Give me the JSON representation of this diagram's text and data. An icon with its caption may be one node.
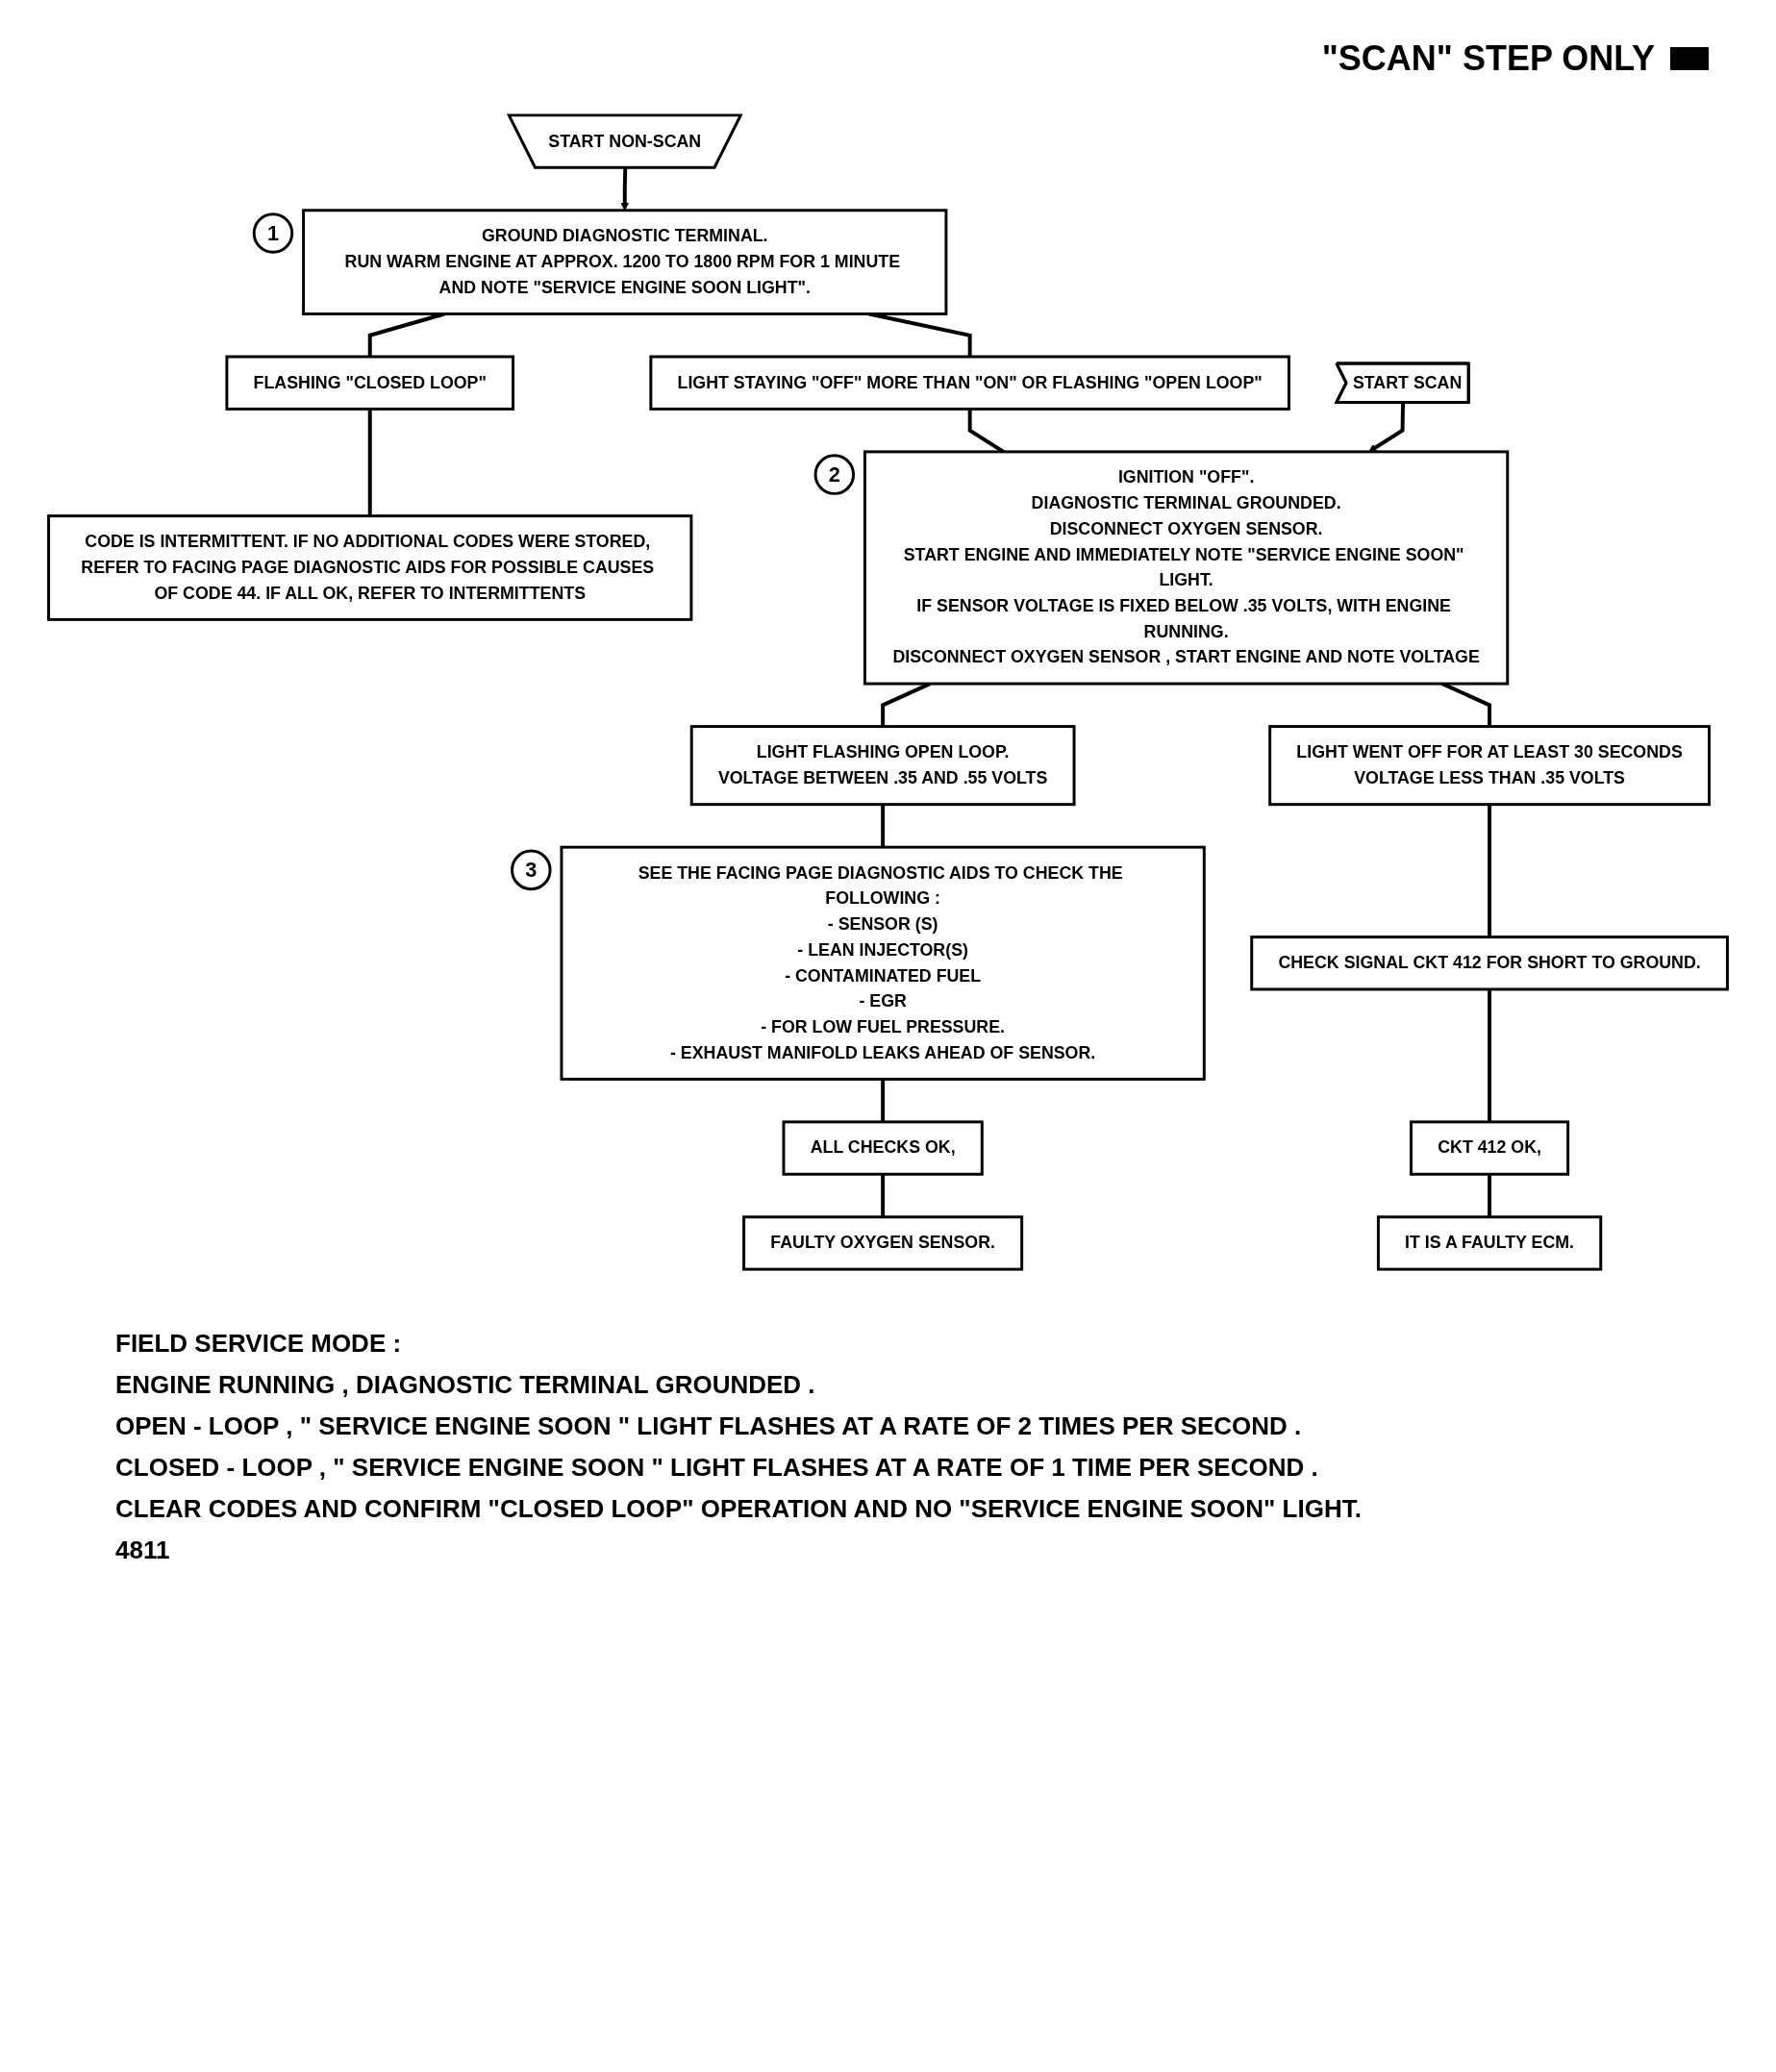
{
  "diagram": {
    "nodes": [
      {
        "text": [
          "START NON-SCAN"
        ]
      },
      {
        "text": [
          "GROUND DIAGNOSTIC TERMINAL.",
          "RUN WARM ENGINE AT APPROX. 1200 TO 1800 RPM FOR 1 MINUTE AND NOTE \"SERVICE ENGINE SOON LIGHT\"."
        ],
        "beside": [
          "1"
        ]
      },
      {
        "text": [
          "LIGHT STAYING \"OFF\" MORE THAN \"ON\" OR FLASHING \"OPEN LOOP\""
        ]
      },
      {
        "text": [
          "FLASHING \"CLOSED LOOP\""
        ]
      },
      {
        "text": [
          "CODE IS INTERMITTENT. IF NO ADDITIONAL CODES WERE STORED, REFER TO FACING PAGE DIAGNOSTIC AIDS FOR POSSIBLE CAUSES OF CODE 44. IF ALL OK, REFER TO INTERMITTENTS"
        ]
      },
      {
        "text": [
          "START SCAN"
        ]
      },
      {
        "text": [
          "IGNITION \"OFF\".",
          "DIAGNOSTIC TERMINAL GROUNDED.",
          "DISCONNECT OXYGEN SENSOR.",
          "START ENGINE AND IMMEDIATELY NOTE \"SERVICE ENGINE SOON\" LIGHT.",
          "IF SENSOR VOLTAGE IS FIXED BELOW .35 VOLTS, WITH ENGINE RUNNING.",
          "DISCONNECT OXYGEN SENSOR , START ENGINE AND NOTE VOLTAGE"
        ],
        "beside": [
          "2"
        ]
      },
      {
        "text": [
          "LIGHT FLASHING OPEN LOOP.",
          "VOLTAGE BETWEEN .35 AND .55 VOLTS"
        ]
      },
      {
        "text": [
          "LIGHT WENT OFF FOR AT LEAST 30 SECONDS",
          "VOLTAGE LESS THAN .35 VOLTS"
        ]
      },
      {
        "text": [
          "SEE THE FACING PAGE DIAGNOSTIC AIDS TO CHECK THE FOLLOWING :",
          "- SENSOR (S)",
          "- LEAN INJECTOR(S)",
          "- CONTAMINATED FUEL",
          "- EGR",
          "- FOR LOW FUEL PRESSURE.",
          "- EXHAUST MANIFOLD LEAKS AHEAD OF SENSOR."
        ],
        "beside": [
          "3"
        ]
      },
      {
        "text": [
          "CHECK SIGNAL CKT 412 FOR SHORT TO GROUND."
        ]
      },
      {
        "text": [
          "CKT 412 OK,"
        ]
      },
      {
        "text": [
          "IT IS A FAULTY ECM."
        ]
      },
      {
        "text": [
          "ALL CHECKS OK,"
        ]
      },
      {
        "text": [
          "FAULTY OXYGEN SENSOR."
        ]
      }
    ],
    "edges": [
      {
        "from": 0,
        "to": 1,
        "arrow": "to"
      },
      {
        "from": 1,
        "to": 2,
        "arrow": "none"
      },
      {
        "from": 1,
        "to": 3,
        "arrow": "none"
      },
      {
        "from": 3,
        "to": 4,
        "arrow": "none"
      },
      {
        "from": 2,
        "to": 6,
        "arrow": "none"
      },
      {
        "from": 5,
        "to": 6,
        "arrow": "to"
      },
      {
        "from": 6,
        "to": 7,
        "arrow": "none"
      },
      {
        "from": 6,
        "to": 8,
        "arrow": "none"
      },
      {
        "from": 7,
        "to": 9,
        "arrow": "none"
      },
      {
        "from": 8,
        "to": 10,
        "arrow": "none"
      },
      {
        "from": 10,
        "to": 11,
        "arrow": "none"
      },
      {
        "from": 11,
        "to": 12,
        "arrow": "none"
      },
      {
        "from": 9,
        "to": 13,
        "arrow": "none"
      },
      {
        "from": 13,
        "to": 14,
        "arrow": "none"
      }
    ],
    "labels": [
      "FIELD SERVICE MODE :",
      "ENGINE RUNNING , DIAGNOSTIC TERMINAL GROUNDED .",
      "OPEN - LOOP , \" SERVICE ENGINE SOON \" LIGHT FLASHES AT A RATE OF 2 TIMES PER SECOND .",
      "CLOSED - LOOP , \" SERVICE ENGINE SOON \" LIGHT FLASHES AT A RATE OF 1 TIME PER SECOND .",
      "CLEAR CODES AND CONFIRM \"CLOSED LOOP\" OPERATION AND NO \"SERVICE ENGINE SOON\" LIGHT.",
      "4811"
    ],
    "legend": [
      {
        "text": "\"SCAN\" STEP ONLY",
        "color": "#000000"
      }
    ]
  }
}
